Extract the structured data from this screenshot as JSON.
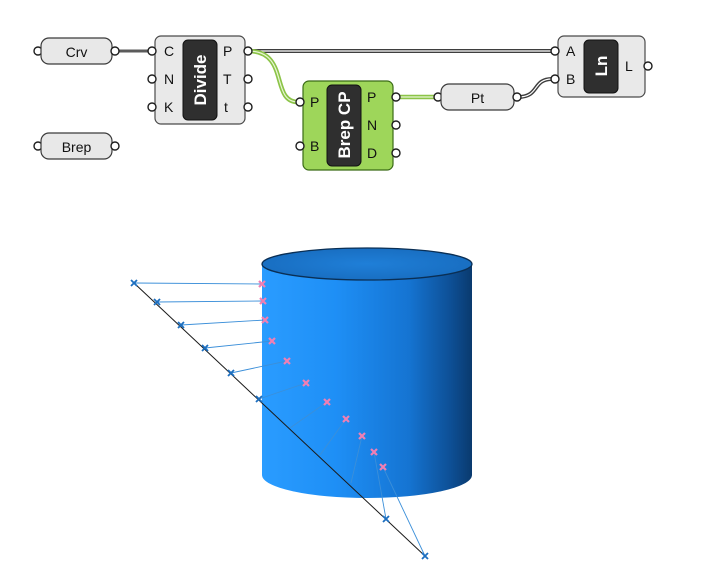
{
  "params": {
    "crv": "Crv",
    "brep": "Brep",
    "pt": "Pt"
  },
  "components": {
    "divide": {
      "name": "Divide",
      "inputs": [
        "C",
        "N",
        "K"
      ],
      "outputs": [
        "P",
        "T",
        "t"
      ]
    },
    "brep_cp": {
      "name": "Brep CP",
      "inputs": [
        "P",
        "B"
      ],
      "outputs": [
        "P",
        "N",
        "D"
      ]
    },
    "ln": {
      "name": "Ln",
      "inputs": [
        "A",
        "B"
      ],
      "outputs": [
        "L"
      ]
    }
  },
  "colors": {
    "canvas_bg": "#ffffff",
    "component_body": "#e9e9e9",
    "selected_component": "#9ed65a",
    "wire_green": "#8cc448",
    "wire_dark": "#3e3e3e",
    "cylinder": "#1f8ef0",
    "curve_points": "#1d6fc0",
    "closest_points": "#f07fb4"
  }
}
